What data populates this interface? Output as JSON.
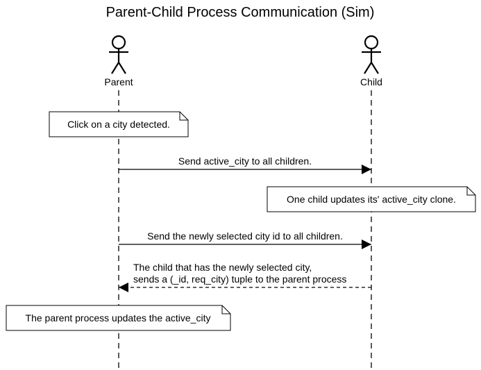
{
  "diagram": {
    "title": "Parent-Child Process Communication (Sim)",
    "participants": [
      {
        "id": "parent",
        "label": "Parent"
      },
      {
        "id": "child",
        "label": "Child"
      }
    ],
    "steps": [
      {
        "kind": "note",
        "over": "parent",
        "text": "Click on a city detected."
      },
      {
        "kind": "message",
        "from": "parent",
        "to": "child",
        "style": "solid",
        "lines": [
          "Send active_city to all children."
        ]
      },
      {
        "kind": "note",
        "over": "child",
        "text": "One child updates its' active_city clone."
      },
      {
        "kind": "message",
        "from": "parent",
        "to": "child",
        "style": "solid",
        "lines": [
          "Send the newly selected city id to all children."
        ]
      },
      {
        "kind": "message",
        "from": "child",
        "to": "parent",
        "style": "dashed",
        "lines": [
          "The child that has the newly selected city,",
          "sends a (_id, req_city) tuple to the parent process"
        ]
      },
      {
        "kind": "note",
        "over": "parent",
        "text": "The parent process updates the active_city"
      }
    ]
  }
}
